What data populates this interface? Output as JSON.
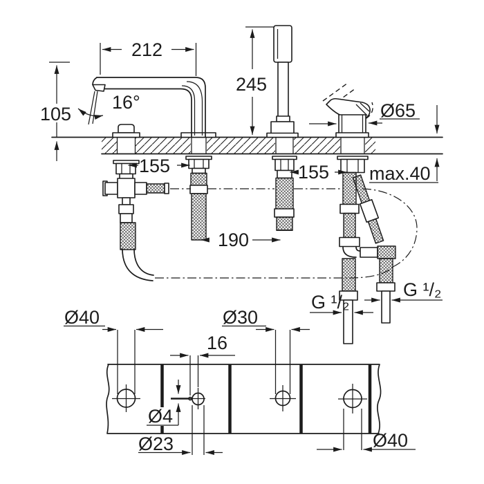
{
  "drawing": {
    "dim": {
      "elev": {
        "spout_projection": "212",
        "spout_height": "105",
        "spout_angle": "16°",
        "hand_shower_height": "245",
        "escutcheon_diameter": "Ø65",
        "spacing_left": "155",
        "spacing_right": "155",
        "max_deck_thickness": "max.40",
        "spacing_middle": "190",
        "thread_left": "G ¹/₂",
        "thread_right": "G ¹/₂"
      },
      "plan": {
        "hole1_diameter": "Ø40",
        "hole3_diameter": "Ø30",
        "pin_offset": "16",
        "pin_diameter": "Ø4",
        "spout_hole_diameter": "Ø23",
        "hole4_diameter": "Ø40"
      }
    },
    "colors": {
      "ink": "#1c1c1c",
      "background": "#ffffff"
    }
  }
}
